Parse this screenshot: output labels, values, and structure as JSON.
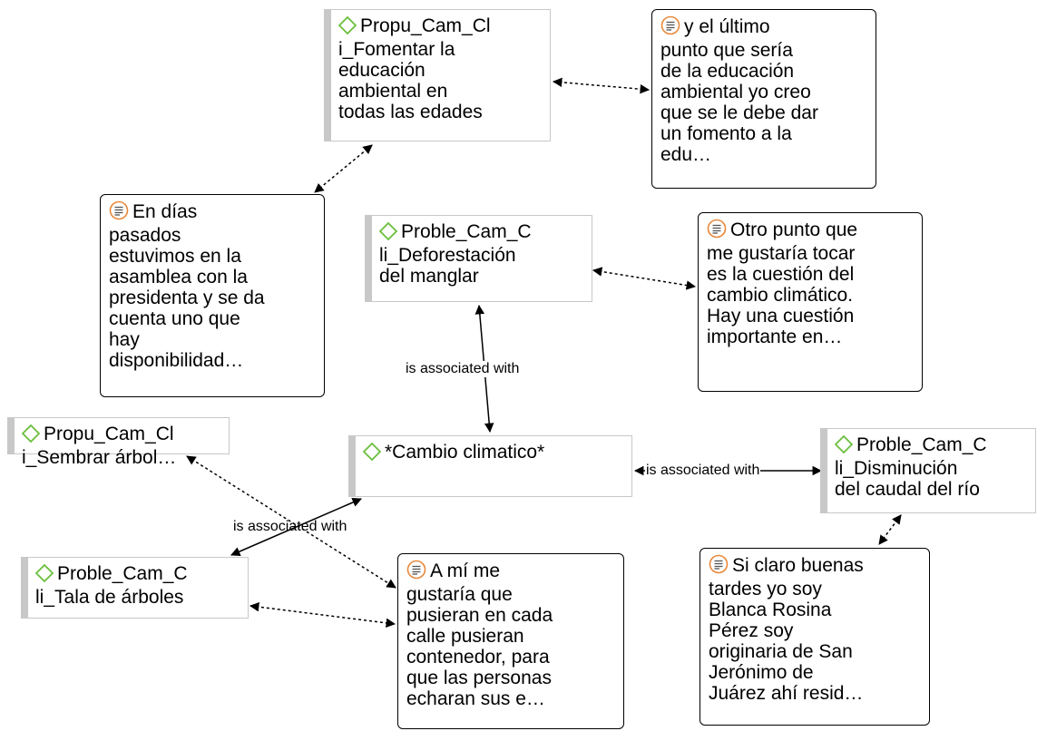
{
  "nodes": {
    "fomentar": "Propu_Cam_Cl\ni_Fomentar la\neducación\nambiental en\ntodas las edades",
    "ultimo": "y el último\npunto que sería\nde la educación\nambiental yo creo\nque se le debe dar\nun fomento a la\nedu…",
    "en_dias": "En días\npasados\nestuvimos en la\nasamblea con la\npresidenta y se da\ncuenta uno que\nhay\ndisponibilidad…",
    "deforestacion": "Proble_Cam_C\nli_Deforestación\ndel manglar",
    "otro_punto": "Otro punto que\nme gustaría tocar\nes la cuestión del\ncambio climático.\nHay una cuestión\nimportante en…",
    "sembrar": "Propu_Cam_Cl\ni_Sembrar árbol…",
    "cambio": "*Cambio climatico*",
    "disminucion": "Proble_Cam_C\nli_Disminución\ndel caudal del río",
    "tala": "Proble_Cam_C\nli_Tala de árboles",
    "a_mi": "A mí me\ngustaría que\npusieran en cada\ncalle pusieran\ncontenedor, para\nque las personas\necharan sus e…",
    "si_claro": "Si claro buenas\ntardes yo soy\nBlanca Rosina\nPérez soy\noriginaria de San\nJerónimo de\nJuárez ahí resid…"
  },
  "edge_labels": {
    "deforestacion_cambio": "is associated with",
    "cambio_disminucion": "is associated with",
    "cambio_tala": "is associated with"
  },
  "colors": {
    "code_icon": "#6abf3c",
    "quote_icon": "#e8883a",
    "code_border": "#c8c8c8"
  }
}
